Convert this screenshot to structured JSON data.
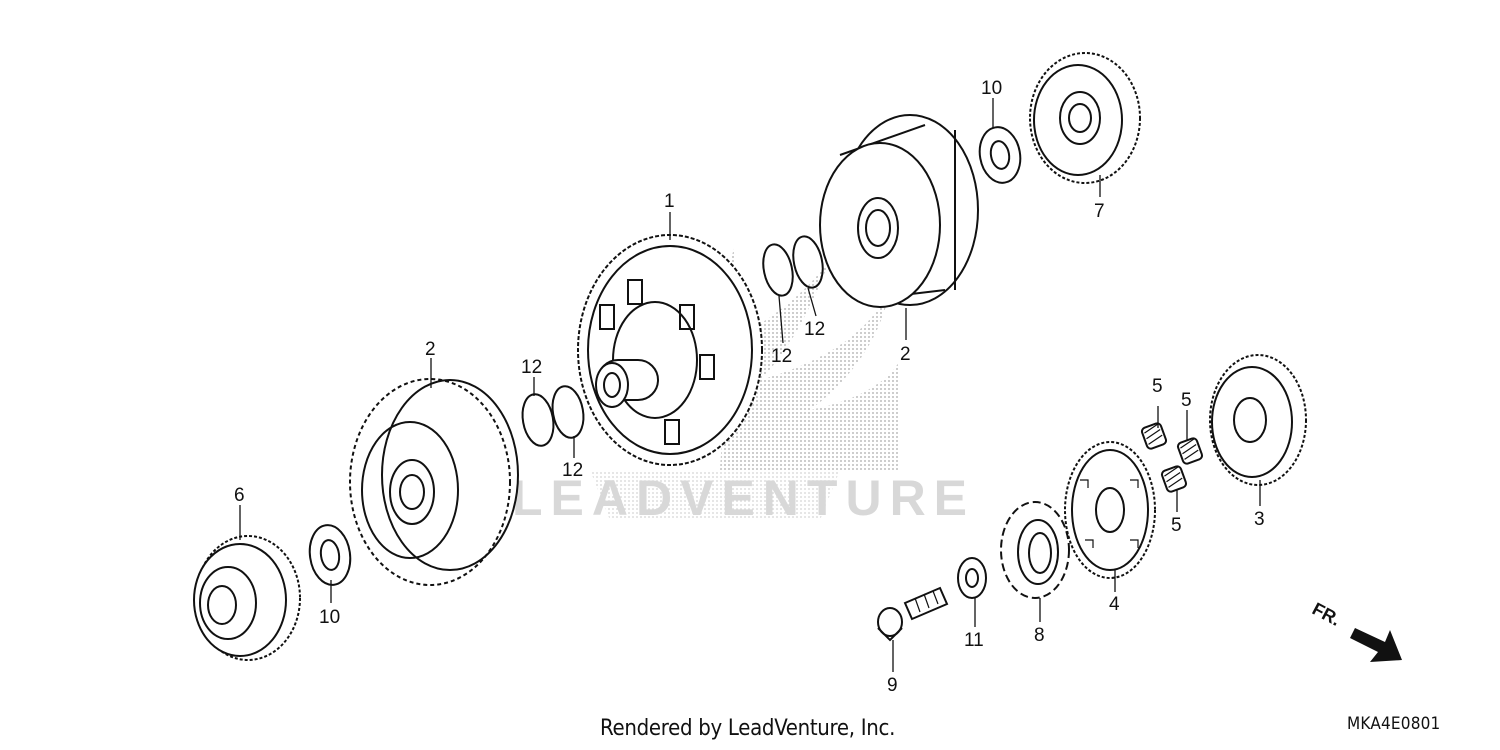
{
  "footer": {
    "rendered_by": "Rendered by LeadVenture, Inc.",
    "diagram_code": "MKA4E0801"
  },
  "direction_label": "FR.",
  "watermark": {
    "text": "LEADVENTURE"
  },
  "callouts": [
    {
      "id": "c1",
      "label": "1",
      "part": "primary driven gear assembly"
    },
    {
      "id": "c2a",
      "label": "2",
      "part": "clutch outer (left)"
    },
    {
      "id": "c2b",
      "label": "2",
      "part": "clutch outer (upper)"
    },
    {
      "id": "c3",
      "label": "3",
      "part": "gear"
    },
    {
      "id": "c4",
      "label": "4",
      "part": "gear plate"
    },
    {
      "id": "c5a",
      "label": "5",
      "part": "spring"
    },
    {
      "id": "c5b",
      "label": "5",
      "part": "spring"
    },
    {
      "id": "c5c",
      "label": "5",
      "part": "spring"
    },
    {
      "id": "c6",
      "label": "6",
      "part": "gear"
    },
    {
      "id": "c7",
      "label": "7",
      "part": "gear"
    },
    {
      "id": "c8",
      "label": "8",
      "part": "retainer"
    },
    {
      "id": "c9",
      "label": "9",
      "part": "bolt"
    },
    {
      "id": "c10a",
      "label": "10",
      "part": "washer (left)"
    },
    {
      "id": "c10b",
      "label": "10",
      "part": "washer (upper)"
    },
    {
      "id": "c11",
      "label": "11",
      "part": "washer"
    },
    {
      "id": "c12a",
      "label": "12",
      "part": "o-ring"
    },
    {
      "id": "c12b",
      "label": "12",
      "part": "o-ring"
    },
    {
      "id": "c12c",
      "label": "12",
      "part": "o-ring"
    },
    {
      "id": "c12d",
      "label": "12",
      "part": "o-ring"
    }
  ]
}
